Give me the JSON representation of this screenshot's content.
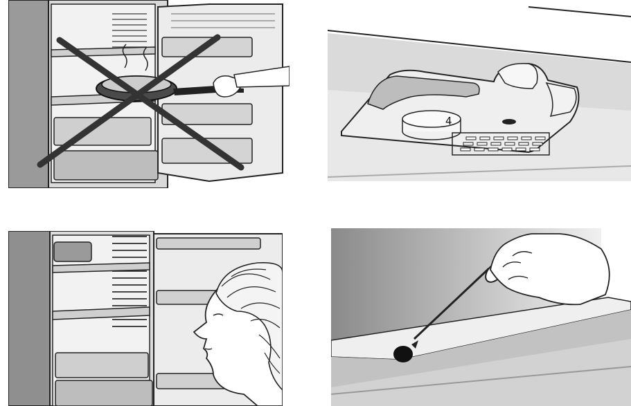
{
  "figures": [
    {
      "id": "hot-pan-warning"
    },
    {
      "id": "thermostat-dial",
      "dial_value": "4"
    },
    {
      "id": "person-looking-into-fridge"
    },
    {
      "id": "drain-hole-cleaning"
    }
  ],
  "colors": {
    "line": "#222222",
    "grey_light": "#e6e6e6",
    "grey_mid": "#c8c8c8",
    "grey_dark": "#8a8a8a",
    "cross": "#333333"
  }
}
